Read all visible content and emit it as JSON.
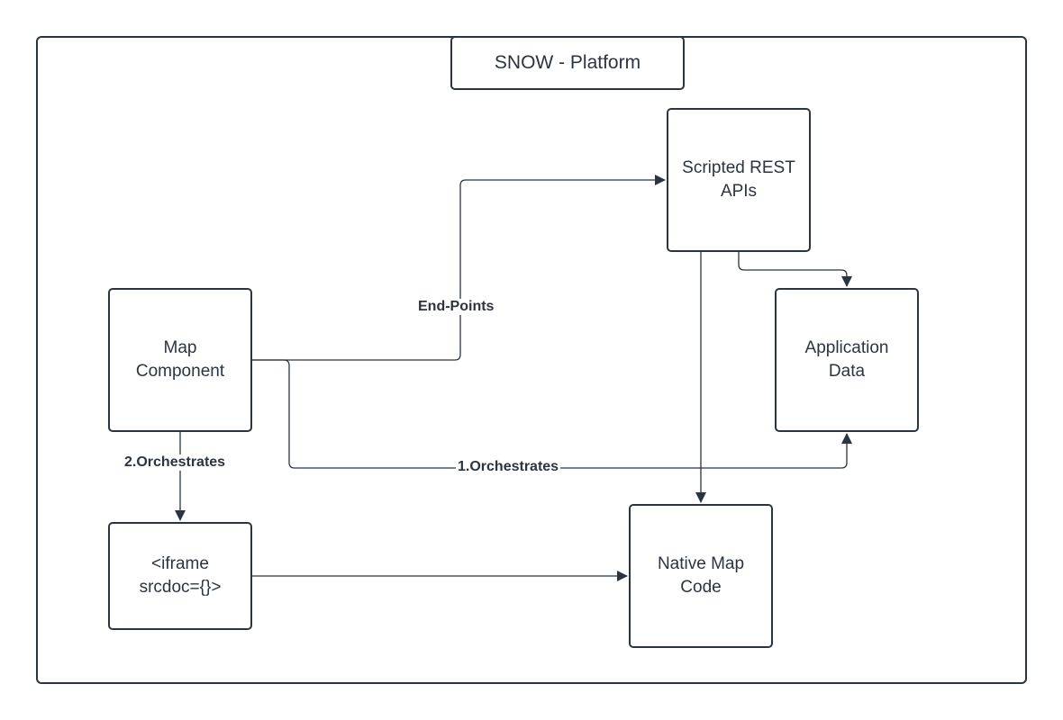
{
  "title": "SNOW - Platform",
  "nodes": {
    "map_component": [
      "Map",
      "Component"
    ],
    "scripted_rest": [
      "Scripted REST",
      "APIs"
    ],
    "application_data": [
      "Application",
      "Data"
    ],
    "iframe": [
      "<iframe",
      "srcdoc={}>"
    ],
    "native_map_code": [
      "Native Map",
      "Code"
    ]
  },
  "edges": {
    "end_points": "End-Points",
    "orchestrates_1": "1.Orchestrates",
    "orchestrates_2": "2.Orchestrates"
  },
  "colors": {
    "stroke": "#2b3440",
    "background": "#ffffff"
  }
}
